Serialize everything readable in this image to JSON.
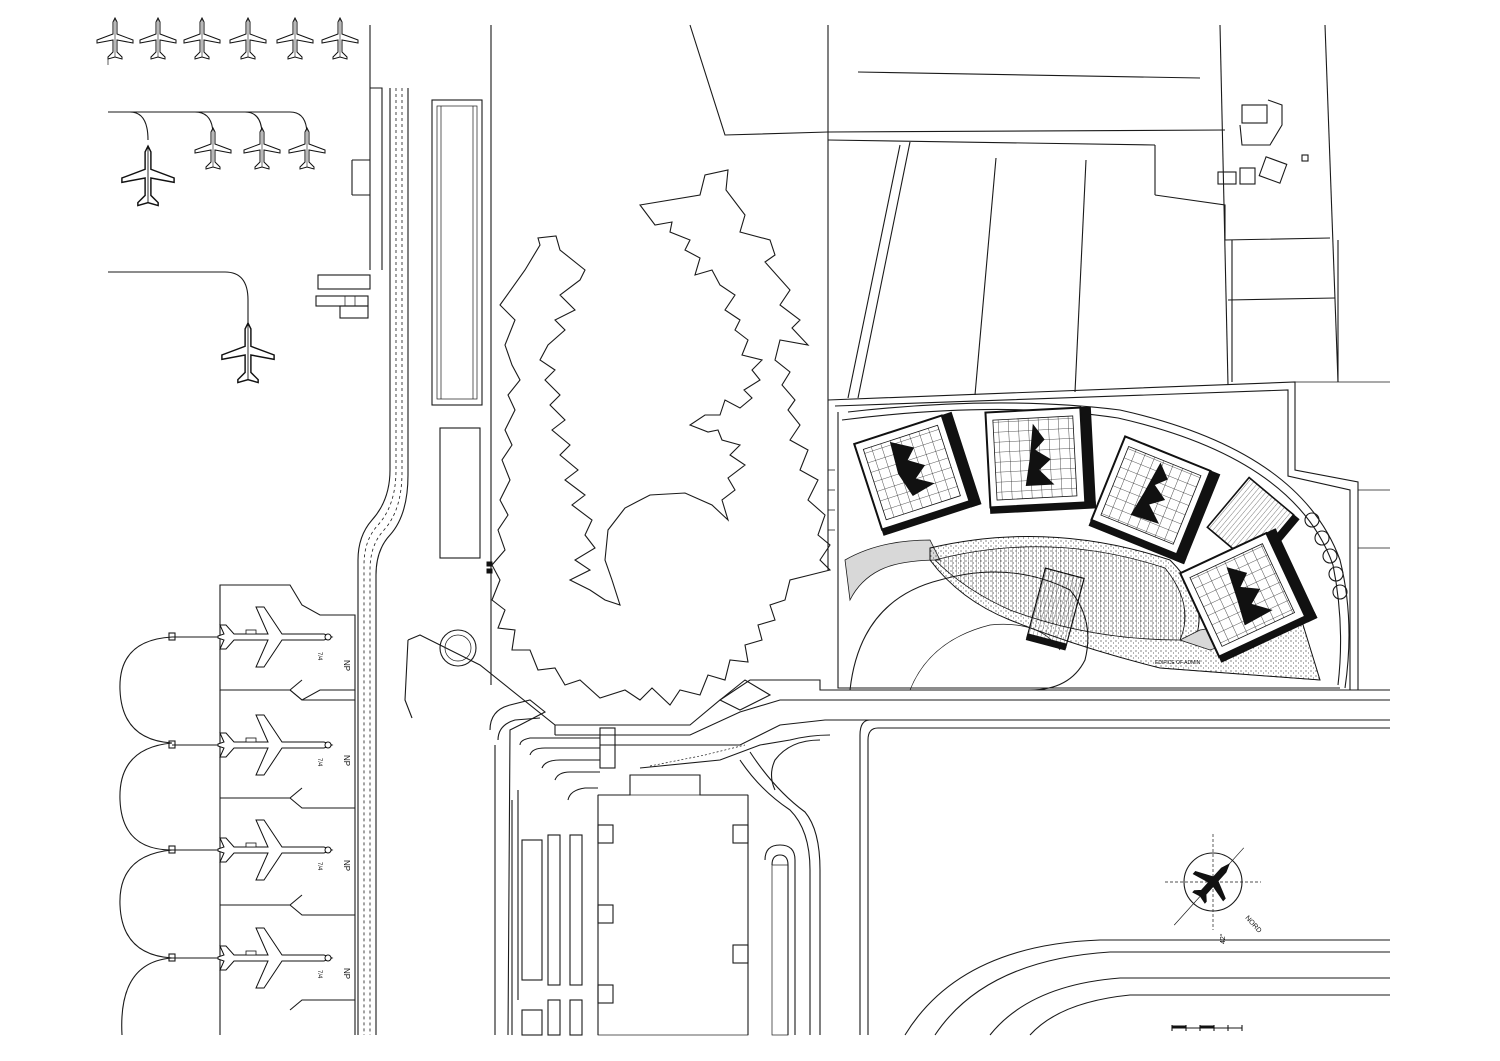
{
  "labels": {
    "stand_code": "NP",
    "stand_number": "7/4",
    "north": "NORD",
    "north_angle": "42°",
    "building_note": "EDIFICE OF ADMIN"
  },
  "icons": {
    "aircraft": "airplane-icon",
    "compass": "north-arrow-icon",
    "scale": "scale-bar-icon"
  },
  "counts": {
    "aircraft_top_row": 6,
    "aircraft_second_row": 3,
    "contact_stands": 4,
    "hotel_blocks": 5
  }
}
